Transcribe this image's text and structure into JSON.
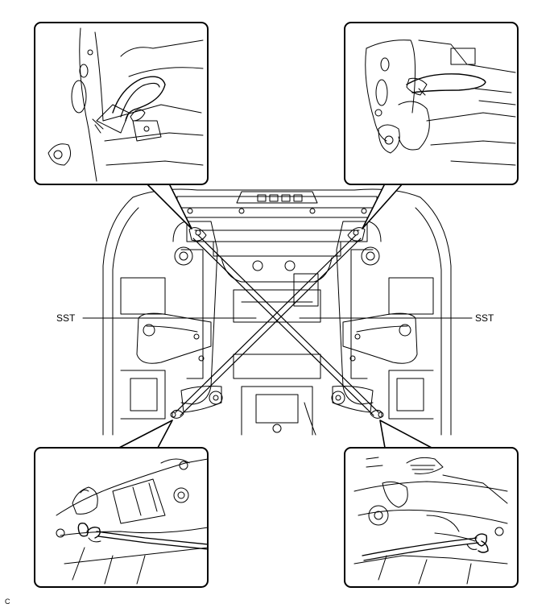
{
  "labels": {
    "sst_left": "SST",
    "sst_right": "SST",
    "corner_code": "C"
  },
  "colors": {
    "stroke": "#000000",
    "background": "#ffffff"
  }
}
